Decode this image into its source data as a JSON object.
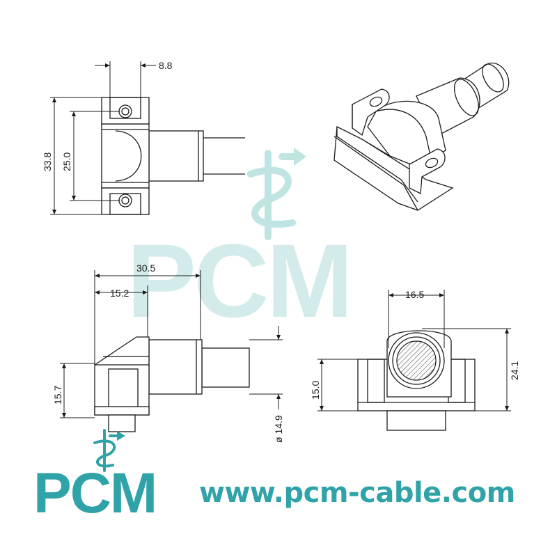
{
  "watermark": {
    "brand": "PCM",
    "color": "#9fd8d6"
  },
  "footer": {
    "brand": "PCM",
    "url": "www.pcm-cable.com",
    "brand_color": "#2fa3a8"
  },
  "dimensions": {
    "top_view_width": "8.8",
    "top_view_height_outer": "33.8",
    "top_view_height_inner": "25.0",
    "side_view_length": "30.5",
    "side_view_offset": "15.2",
    "side_view_height": "15.7",
    "side_view_diameter": "ø 14.9",
    "front_view_width": "16.5",
    "front_view_height_total": "24.1",
    "front_view_height_base": "15.0"
  }
}
